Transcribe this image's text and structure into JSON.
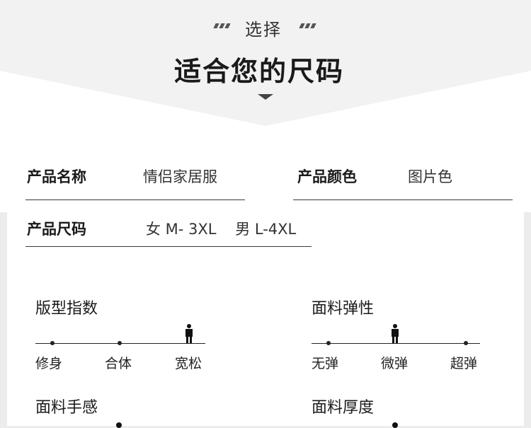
{
  "header": {
    "subtitle": "选择",
    "title": "适合您的尺码"
  },
  "attributes": [
    {
      "label": "产品名称",
      "value": "情侣家居服"
    },
    {
      "label": "产品颜色",
      "value": "图片色"
    },
    {
      "label": "产品尺码",
      "value": "女 M- 3XL    男 L-4XL"
    }
  ],
  "scales": [
    {
      "title": "版型指数",
      "options": [
        "修身",
        "合体",
        "宽松"
      ],
      "selected_index": 2
    },
    {
      "title": "面料弹性",
      "options": [
        "无弹",
        "微弹",
        "超弹"
      ],
      "selected_index": 1
    },
    {
      "title": "面料手感",
      "options": [],
      "selected_index": 1
    },
    {
      "title": "面料厚度",
      "options": [],
      "selected_index": 1
    }
  ],
  "icons": {
    "selector": "person-icon",
    "header_arrow": "chevron-down-icon",
    "header_decoration": "dash-icon"
  },
  "colors": {
    "background": "#ececec",
    "panel": "#ffffff",
    "text": "#1a1a1a",
    "line": "#222222"
  }
}
